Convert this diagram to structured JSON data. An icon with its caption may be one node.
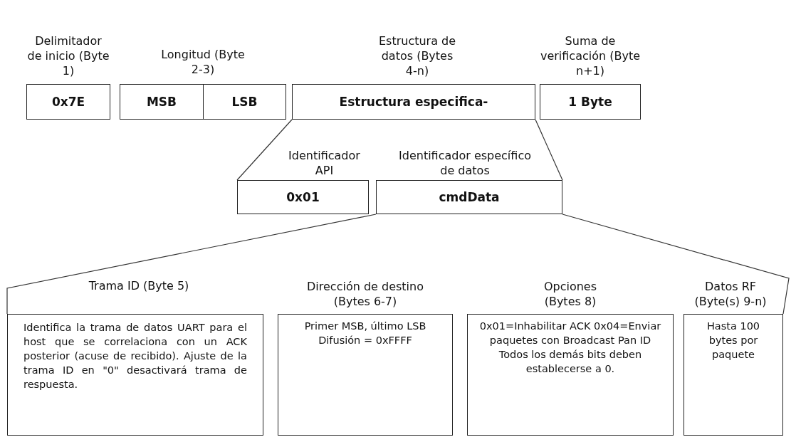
{
  "diagram": {
    "nodes": [
      {
        "text": [
          "Delimitador de inicio (Byte 1)",
          "0x7E"
        ]
      },
      {
        "text": [
          "Longitud (Byte 2-3)"
        ]
      },
      {
        "text": [
          "MSB"
        ],
        "in": 1
      },
      {
        "text": [
          "LSB"
        ],
        "in": 1
      },
      {
        "text": [
          "Estructura de datos (Bytes 4-n)",
          "Estructura especifica-"
        ]
      },
      {
        "text": [
          "Suma de verificación (Byte n+1)",
          "1 Byte"
        ]
      },
      {
        "text": [
          "Identificador API",
          "0x01"
        ]
      },
      {
        "text": [
          "Identificador específico de datos",
          "cmdData"
        ]
      },
      {
        "text": [
          "Trama ID (Byte 5)",
          "Identifica la trama de datos UART para el host que se correlaciona con un ACK posterior (acuse de recibido). Ajuste de la trama ID en \"0\" desactivará trama de respuesta."
        ]
      },
      {
        "text": [
          "Dirección de destino (Bytes 6-7)",
          "Primer MSB, último LSB Difusión = 0xFFFF"
        ]
      },
      {
        "text": [
          "Opciones (Bytes 8)",
          "0x01=Inhabilitar ACK 0x04=Enviar paquetes con Broadcast Pan ID Todos los demás bits deben establecerse a 0."
        ]
      },
      {
        "text": [
          "Datos RF (Byte(s) 9-n)",
          "Hasta 100 bytes por paquete"
        ]
      }
    ],
    "edges": [
      {
        "from": 4,
        "to": 6,
        "arrow": "none"
      },
      {
        "from": 4,
        "to": 7,
        "arrow": "none"
      },
      {
        "from": 7,
        "to": 8,
        "arrow": "none"
      },
      {
        "from": 7,
        "to": 11,
        "arrow": "none"
      }
    ]
  }
}
